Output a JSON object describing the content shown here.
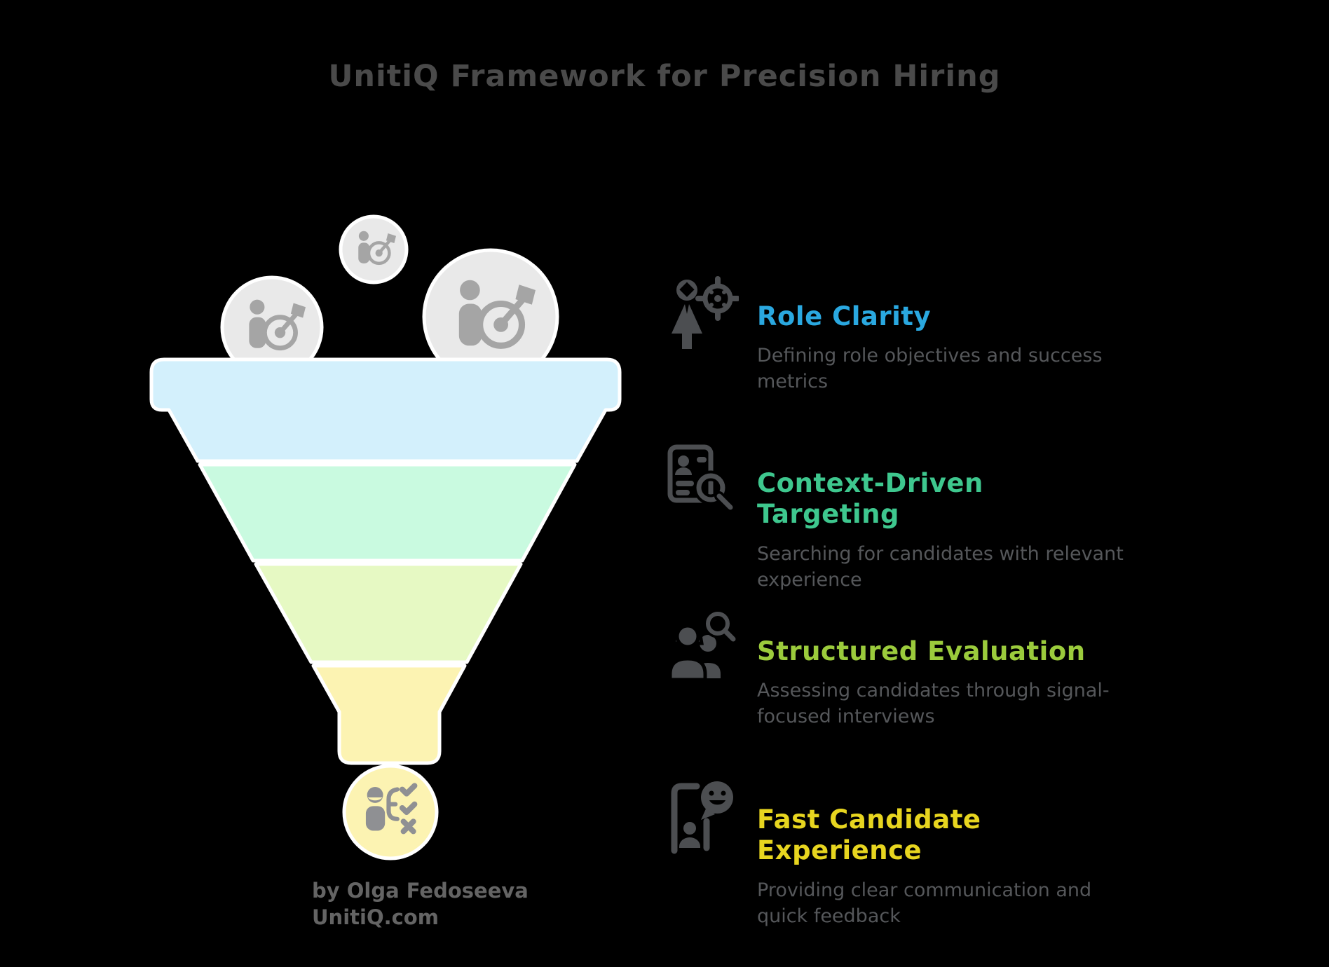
{
  "title": "UnitiQ Framework for Precision Hiring",
  "byline": "by Olga Fedoseeva\nUnitiQ.com",
  "colors": {
    "background": "#000000",
    "title_gray": "#4a4a4a",
    "description_gray": "#55575a",
    "icon_gray": "#4c4e51",
    "bubble_gray": "#e9e9e9",
    "bubble_icon_gray": "#a5a5a5",
    "funnel_outline": "#ffffff"
  },
  "funnel": {
    "stages": [
      {
        "name": "stage-1",
        "color": "#d3f0fc"
      },
      {
        "name": "stage-2",
        "color": "#c9fae0"
      },
      {
        "name": "stage-3",
        "color": "#e6f9c3"
      },
      {
        "name": "stage-4",
        "color": "#fcf3b2"
      }
    ],
    "bubble_icon": "person-target-icon",
    "outlet_icon": "candidate-checklist-icon",
    "outlet_color": "#fcf3b2"
  },
  "sections": [
    {
      "title": "Role Clarity",
      "accent": "#2aa8e0",
      "description": "Defining role objectives and success\nmetrics",
      "icon": "person-crosshair-icon"
    },
    {
      "title": "Context-Driven Targeting",
      "accent": "#3ec78e",
      "description": "Searching for candidates with relevant\nexperience",
      "icon": "resume-search-icon"
    },
    {
      "title": "Structured Evaluation",
      "accent": "#9bcb3c",
      "description": "Assessing candidates through signal-\nfocused interviews",
      "icon": "people-search-icon"
    },
    {
      "title": "Fast Candidate Experience",
      "accent": "#e7d51f",
      "description": "Providing clear communication and\nquick feedback",
      "icon": "phone-chat-icon"
    }
  ]
}
